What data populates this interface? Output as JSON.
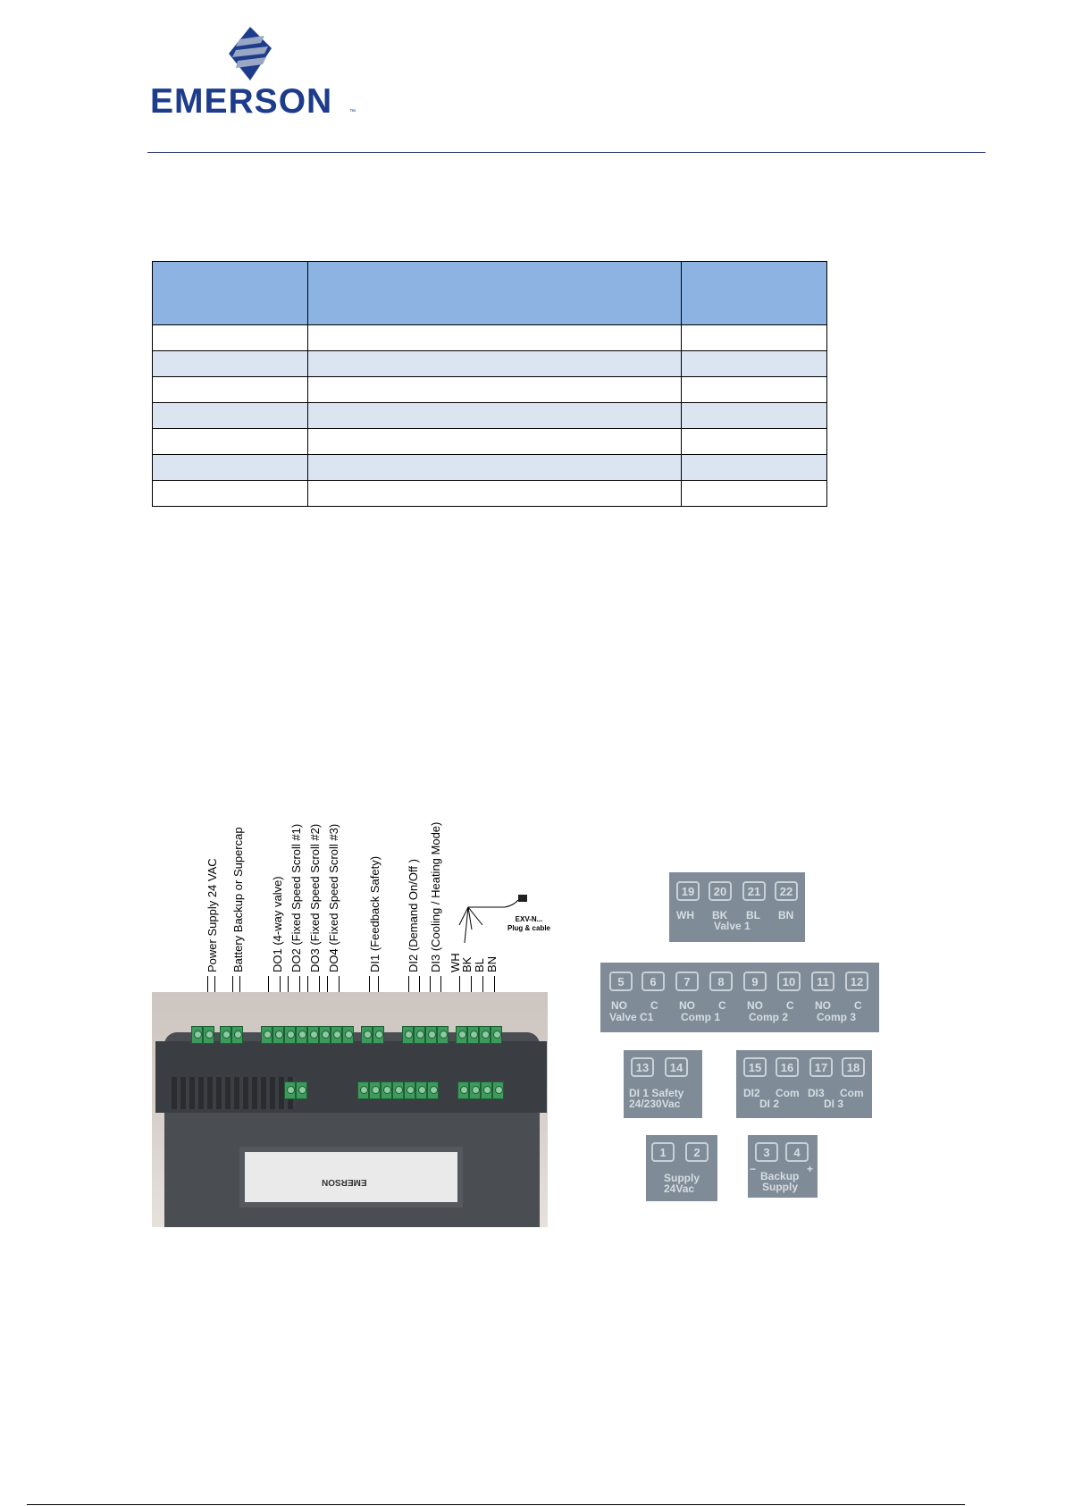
{
  "logo": {
    "brand": "EMERSON",
    "trademark": "™"
  },
  "colors": {
    "brand_blue": "#1e3c8c",
    "table_header": "#8db3e2",
    "table_alt": "#dbe5f1",
    "terminal_panel": "#7f8b96"
  },
  "photo_labels": [
    "Power Supply 24 VAC",
    "Battery Backup or Supercap",
    "DO1 (4-way valve)",
    "DO2 (Fixed Speed Scroll #1)",
    "DO3 (Fixed Speed Scroll #2)",
    "DO4 (Fixed Speed Scroll #3)",
    "DI1 (Feedback Safety)",
    "DI2 (Demand On/Off )",
    "DI3 (Cooling / Heating Mode)",
    "WH",
    "BK",
    "BL",
    "BN"
  ],
  "exv_label": {
    "line1": "EXV-N...",
    "line2": "Plug & cable"
  },
  "module_label": "EMERSON",
  "terminal_groups": {
    "valve1": {
      "numbers": [
        "19",
        "20",
        "21",
        "22"
      ],
      "codes": [
        "WH",
        "BK",
        "BL",
        "BN"
      ],
      "caption": "Valve 1"
    },
    "outputs": {
      "numbers": [
        "5",
        "6",
        "7",
        "8",
        "9",
        "10",
        "11",
        "12"
      ],
      "codes": [
        "NO",
        "C",
        "NO",
        "C",
        "NO",
        "C",
        "NO",
        "C"
      ],
      "captions": [
        "Valve C1",
        "Comp 1",
        "Comp 2",
        "Comp 3"
      ]
    },
    "safety": {
      "numbers": [
        "13",
        "14"
      ],
      "line1": "DI 1 Safety",
      "line2": "24/230Vac"
    },
    "digital": {
      "numbers": [
        "15",
        "16",
        "17",
        "18"
      ],
      "codes": [
        "DI2",
        "Com",
        "DI3",
        "Com"
      ],
      "captions": [
        "DI 2",
        "DI 3"
      ]
    },
    "supply": {
      "numbers": [
        "1",
        "2"
      ],
      "line1": "Supply",
      "line2": "24Vac"
    },
    "backup": {
      "numbers": [
        "3",
        "4"
      ],
      "minus": "−",
      "plus": "+",
      "line1": "Backup",
      "line2": "Supply"
    }
  }
}
